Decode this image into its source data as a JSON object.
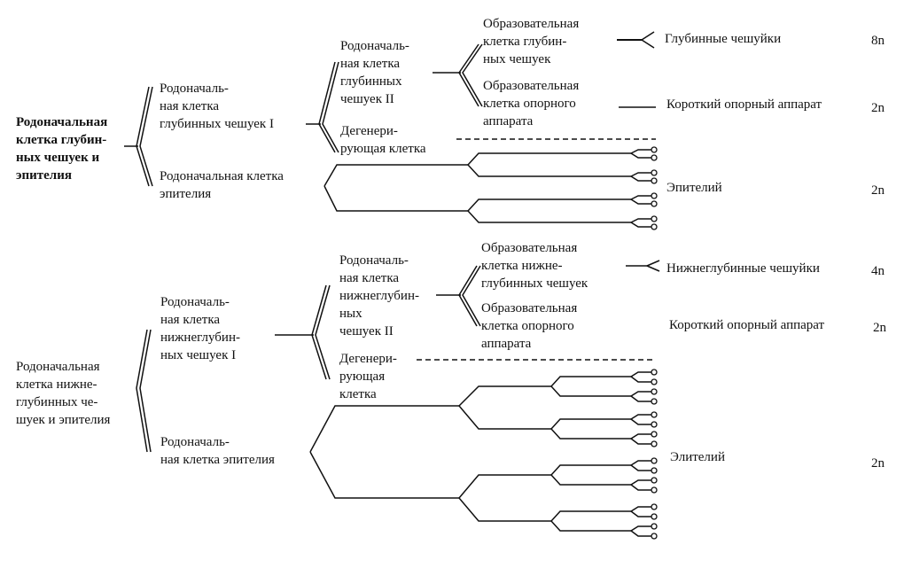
{
  "upper": {
    "root": "Родоначальная\nклетка глубин-\nных чешуек и\nэпителия",
    "stem1": "Родоначаль-\nная клетка\nглубинных чешуек I",
    "stem2": "Родоначаль-\nная клетка\nглубинных\nчешуек II",
    "form_scales": "Образовательная\nклетка глубин-\nных чешуек",
    "form_support": "Образовательная\nклетка опорного\nаппарата",
    "degen": "Дегенери-\nрующая клетка",
    "epi_stem": "Родоначальная клетка\nэпителия",
    "out_scales": "Глубинные чешуйки",
    "out_scales_ploidy": "8n",
    "out_support": "Короткий опорный аппарат",
    "out_support_ploidy": "2n",
    "out_epi": "Эпителий",
    "out_epi_ploidy": "2n"
  },
  "lower": {
    "root": "Родоначальная\nклетка нижне-\nглубинных че-\nшуек и эпителия",
    "stem1": "Родоначаль-\nная клетка\nнижнеглубин-\nных чешуек I",
    "stem2": "Родоначаль-\nная клетка\nнижнеглубин-\nных\nчешуек II",
    "form_scales": "Образовательная\nклетка нижне-\nглубинных чешуек",
    "form_support": "Образовательная\nклетка опорного\nаппарата",
    "degen": "Дегенери-\nрующая\nклетка",
    "epi_stem": "Родоначаль-\nная клетка эпителия",
    "out_scales": "Нижнеглубинные чешуйки",
    "out_scales_ploidy": "4n",
    "out_support": "Короткий опорный аппарат",
    "out_support_ploidy": "2n",
    "out_epi": "Элителий",
    "out_epi_ploidy": "2n"
  }
}
